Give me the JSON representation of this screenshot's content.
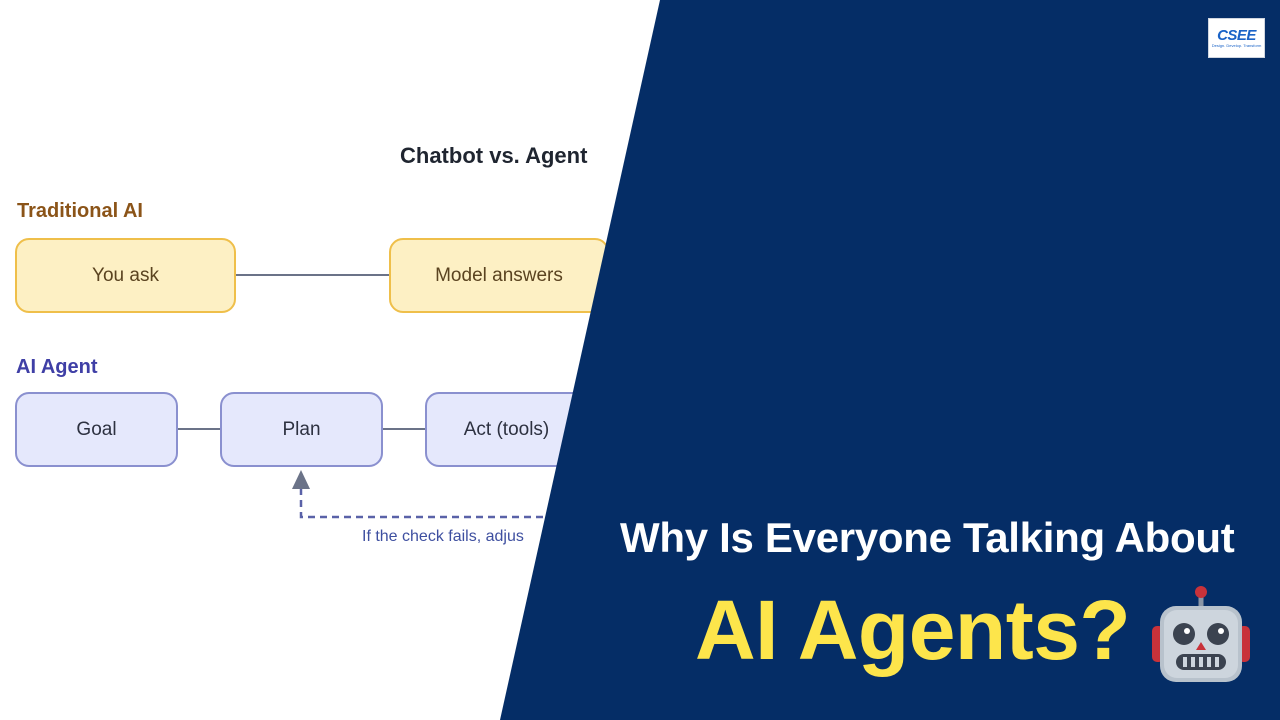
{
  "diagram": {
    "title": "Chatbot vs. Agent",
    "traditional": {
      "label": "Traditional AI",
      "steps": [
        "You ask",
        "Model answers"
      ]
    },
    "agent": {
      "label": "AI Agent",
      "steps": [
        "Goal",
        "Plan",
        "Act (tools)"
      ],
      "loop_note": "If the check fails, adjus"
    }
  },
  "banner": {
    "line1": "Why Is Everyone Talking About",
    "line2": "AI Agents?",
    "emoji_icon": "robot-face-icon"
  },
  "logo": {
    "text": "CSEE",
    "tagline": "Design. Develop. Transform"
  },
  "colors": {
    "navy": "#052d66",
    "headline_yellow": "#fde54b",
    "traditional_box_fill": "#fdf0c4",
    "traditional_box_border": "#efbf4a",
    "agent_box_fill": "#e5e8fc",
    "agent_box_border": "#8a90cf",
    "traditional_label": "#8b5418",
    "agent_label": "#3f3fa6"
  }
}
